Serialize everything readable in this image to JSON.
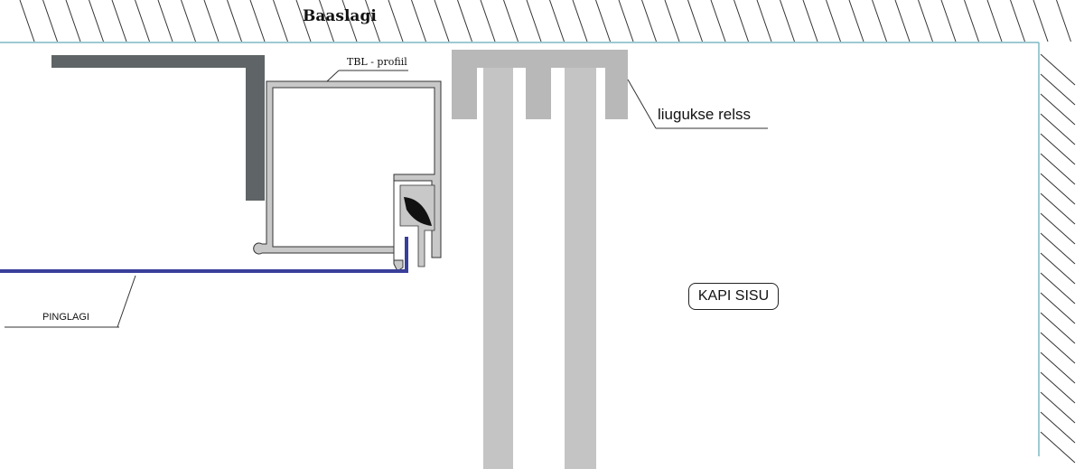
{
  "labels": {
    "ceiling": "Baaslagi",
    "profile": "TBL - profiil",
    "rail": "liugukse relss",
    "cabinet_interior": "KAPI SISU",
    "stretch_ceiling": "PINGLAGI"
  },
  "colors": {
    "hatch": "#333333",
    "wall_line": "#7fb8c4",
    "dark_bar": "#5f6466",
    "profile": "#c8c8c8",
    "stretch_line": "#3a3f9a",
    "rail": "#b8b8b8",
    "door": "#c4c4c4"
  }
}
